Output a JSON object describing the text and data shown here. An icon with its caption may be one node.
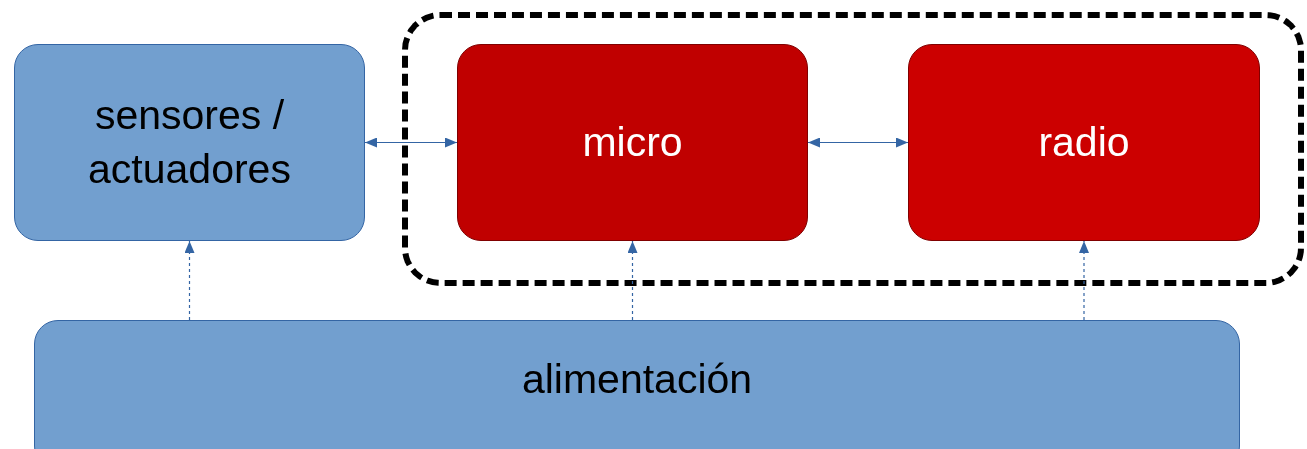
{
  "diagram": {
    "nodes": [
      {
        "text": [
          "sensores / actuadores"
        ]
      },
      {
        "text": [],
        "shape": "box"
      },
      {
        "text": [
          "micro"
        ],
        "in": 1
      },
      {
        "text": [
          "radio"
        ],
        "in": 1
      },
      {
        "text": [
          "alimentación"
        ]
      }
    ],
    "edges": [
      {
        "from": 0,
        "to": 2,
        "arrow": "both"
      },
      {
        "from": 2,
        "to": 3,
        "arrow": "both"
      },
      {
        "from": 4,
        "to": 0,
        "arrow": "to",
        "style": "dashed"
      },
      {
        "from": 4,
        "to": 2,
        "arrow": "to",
        "style": "dashed"
      },
      {
        "from": 4,
        "to": 3,
        "arrow": "to",
        "style": "dashed"
      }
    ]
  }
}
